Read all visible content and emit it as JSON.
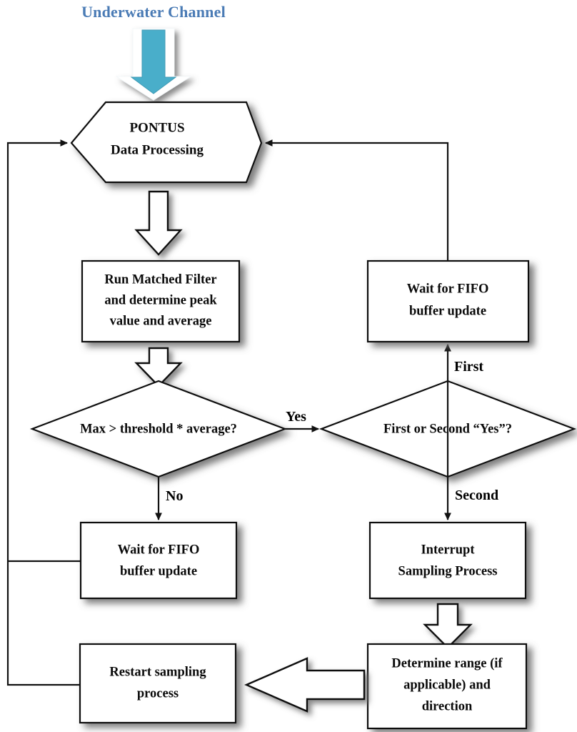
{
  "diagram": {
    "title": "Underwater Channel",
    "title_color": "#4A7BB5",
    "input_arrow_color": "#49AECA",
    "input_arrow_outline": "#ffffff",
    "shape_fill": "#ffffff",
    "shape_stroke": "#111111",
    "text_color": "#0a0a0a",
    "nodes": [
      {
        "id": "pontus",
        "type": "hexagon",
        "lines": [
          "PONTUS",
          "Data Processing"
        ]
      },
      {
        "id": "matched-filter",
        "type": "process",
        "lines": [
          "Run Matched Filter",
          "and determine peak",
          "value and average"
        ]
      },
      {
        "id": "wait-fifo-right",
        "type": "process",
        "lines": [
          "Wait for FIFO",
          "buffer update"
        ]
      },
      {
        "id": "threshold-decision",
        "type": "decision",
        "lines": [
          "Max > threshold * average?"
        ]
      },
      {
        "id": "first-second-decision",
        "type": "decision",
        "lines": [
          "First or Second “Yes”?"
        ]
      },
      {
        "id": "wait-fifo-left",
        "type": "process",
        "lines": [
          "Wait for FIFO",
          "buffer update"
        ]
      },
      {
        "id": "interrupt-sampling",
        "type": "process",
        "lines": [
          "Interrupt",
          "Sampling Process"
        ]
      },
      {
        "id": "restart-sampling",
        "type": "process",
        "lines": [
          "Restart sampling",
          "process"
        ]
      },
      {
        "id": "determine-range",
        "type": "process",
        "lines": [
          "Determine range (if",
          "applicable) and",
          "direction"
        ]
      }
    ],
    "edge_labels": {
      "yes": "Yes",
      "no": "No",
      "first": "First",
      "second": "Second"
    }
  }
}
